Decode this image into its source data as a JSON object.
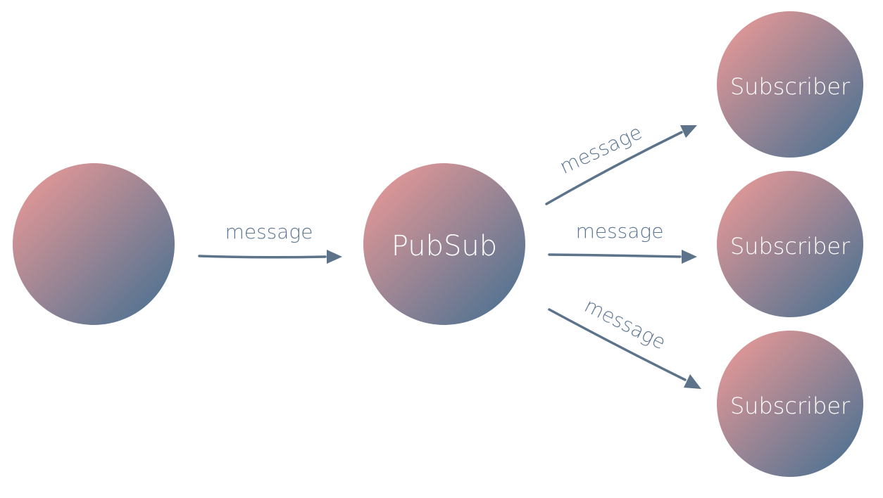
{
  "colors": {
    "gradient_start": "#d99596",
    "gradient_end": "#5b7592",
    "arrow": "#5c7389",
    "edge_text": "#5b7592",
    "node_text": "#ffffff"
  },
  "nodes": {
    "publisher": {
      "label": ""
    },
    "pubsub": {
      "label": "PubSub"
    },
    "subscriber_1": {
      "label": "Subscriber"
    },
    "subscriber_2": {
      "label": "Subscriber"
    },
    "subscriber_3": {
      "label": "Subscriber"
    }
  },
  "edges": {
    "publisher_to_pubsub": {
      "label": "message"
    },
    "pubsub_to_subscriber_1": {
      "label": "message"
    },
    "pubsub_to_subscriber_2": {
      "label": "message"
    },
    "pubsub_to_subscriber_3": {
      "label": "message"
    }
  }
}
